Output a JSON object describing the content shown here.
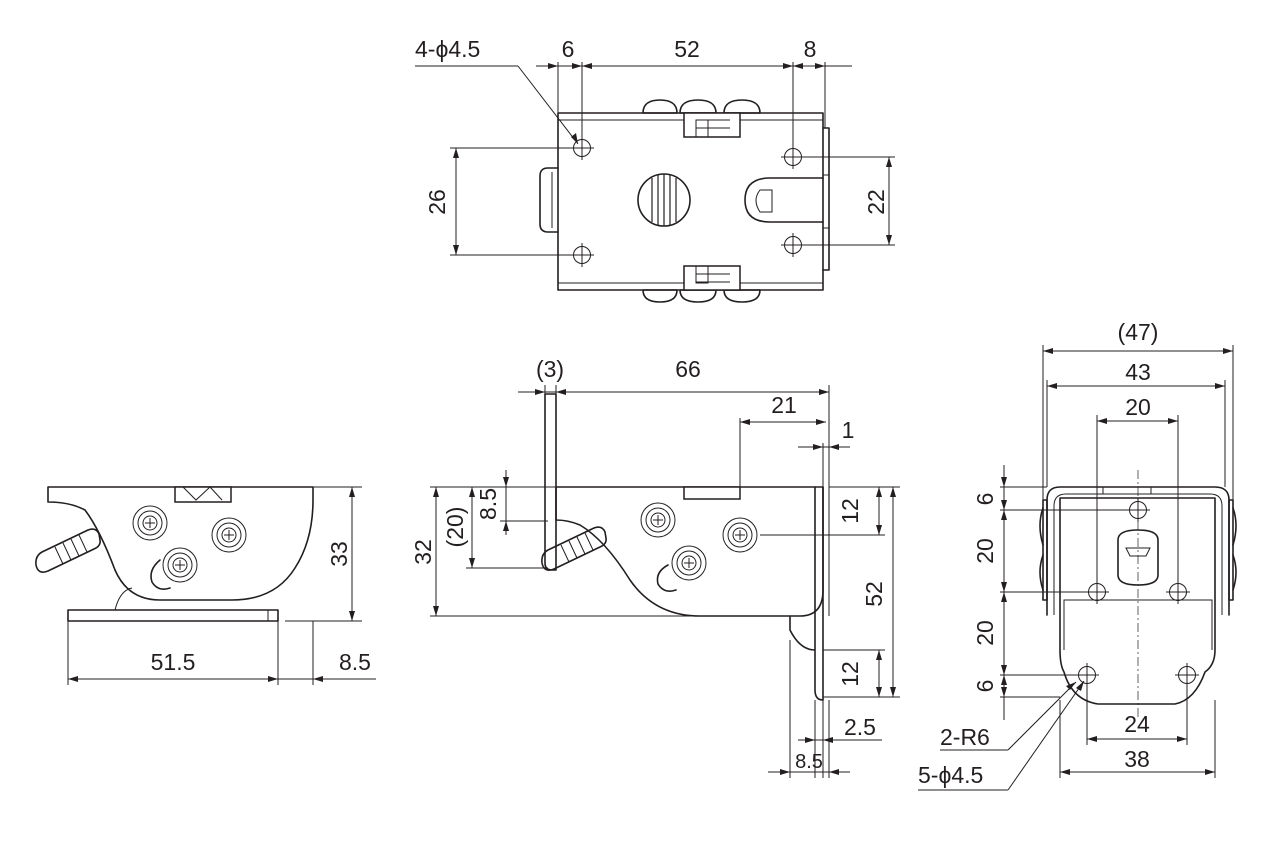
{
  "views": {
    "top": {
      "dims": {
        "holes": "4-ϕ4.5",
        "d6": "6",
        "d52": "52",
        "d8": "8",
        "d26": "26",
        "d22": "22"
      }
    },
    "front": {
      "dims": {
        "d3": "(3)",
        "d66": "66",
        "d21": "21",
        "d1": "1",
        "d32": "32",
        "d20": "(20)",
        "d85a": "8.5",
        "d12a": "12",
        "d52": "52",
        "d12b": "12",
        "d25": "2.5",
        "d85b": "8.5"
      }
    },
    "left": {
      "dims": {
        "d33": "33",
        "d515": "51.5",
        "d85": "8.5"
      }
    },
    "right": {
      "dims": {
        "d47": "(47)",
        "d43": "43",
        "d20top": "20",
        "d6a": "6",
        "d20a": "20",
        "d20b": "20",
        "d6b": "6",
        "radius": "2-R6",
        "holes": "5-ϕ4.5",
        "d24": "24",
        "d38": "38"
      }
    }
  }
}
